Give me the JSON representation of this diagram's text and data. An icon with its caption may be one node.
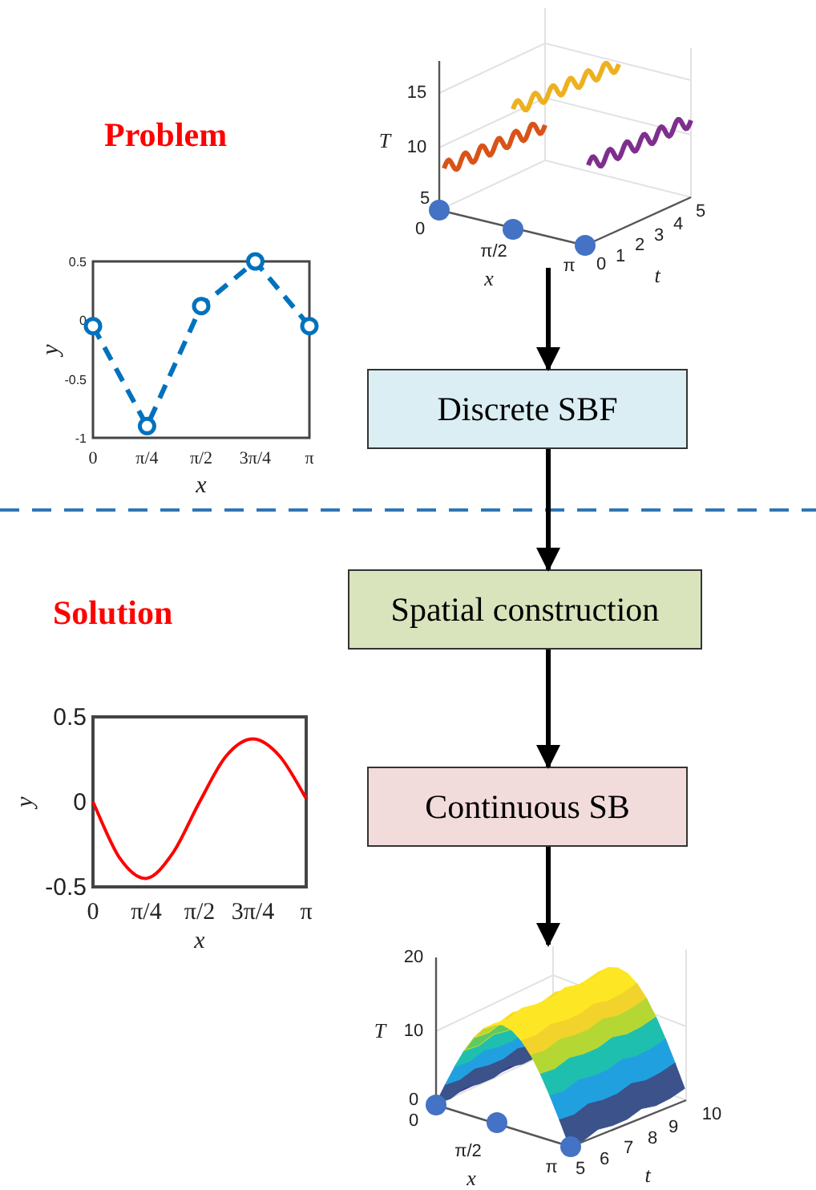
{
  "diagram": {
    "nodes": [
      {
        "text": [],
        "shape": "picture"
      },
      {
        "text": [
          "Discrete SBF"
        ]
      },
      {
        "text": [
          "Spatial construction"
        ]
      },
      {
        "text": [
          "Continuous SB"
        ]
      },
      {
        "text": [],
        "shape": "picture"
      }
    ],
    "edges": [
      {
        "from": 0,
        "to": 1,
        "arrow": "to"
      },
      {
        "from": 1,
        "to": 2,
        "arrow": "to"
      },
      {
        "from": 2,
        "to": 3,
        "arrow": "to"
      },
      {
        "from": 3,
        "to": 4,
        "arrow": "to"
      }
    ],
    "labels": [
      "Problem",
      "Solution",
      "15",
      "10",
      "5",
      "T",
      "0",
      "π/2",
      "π",
      "x",
      "0",
      "1",
      "2",
      "3",
      "4",
      "5",
      "t",
      "20",
      "10",
      "0",
      "T",
      "0",
      "π/2",
      "π",
      "x",
      "5",
      "6",
      "7",
      "8",
      "9",
      "10",
      "t"
    ],
    "chart_data": [
      {
        "type": "line",
        "xlabel": "x",
        "ylabel": "y",
        "x": [
          0,
          0.785,
          1.571,
          2.356,
          3.142
        ],
        "series": [
          {
            "color": "#0072bd",
            "line_style": "dashed",
            "marker": "circle",
            "values": [
              -0.05,
              -0.9,
              0.12,
              0.5,
              -0.05
            ]
          }
        ],
        "xlim": [
          0,
          3.142
        ],
        "ylim": [
          -1,
          0.5
        ],
        "xticks": [
          {
            "value": 0,
            "label": "0"
          },
          {
            "value": 0.785,
            "label": "π/4"
          },
          {
            "value": 1.571,
            "label": "π/2"
          },
          {
            "value": 2.356,
            "label": "3π/4"
          },
          {
            "value": 3.142,
            "label": "π"
          }
        ],
        "yticks": [
          -1,
          -0.5,
          0,
          0.5
        ]
      },
      {
        "type": "line",
        "xlabel": "x",
        "ylabel": "y",
        "x": [
          0,
          0.393,
          0.785,
          1.178,
          1.571,
          1.963,
          2.356,
          2.749,
          3.142
        ],
        "series": [
          {
            "color": "#ff0000",
            "values": [
              0,
              -0.33,
              -0.45,
              -0.3,
              0,
              0.27,
              0.37,
              0.27,
              0.02
            ]
          }
        ],
        "xlim": [
          0,
          3.142
        ],
        "ylim": [
          -0.5,
          0.5
        ],
        "xticks": [
          {
            "value": 0,
            "label": "0"
          },
          {
            "value": 0.785,
            "label": "π/4"
          },
          {
            "value": 1.571,
            "label": "π/2"
          },
          {
            "value": 2.356,
            "label": "3π/4"
          },
          {
            "value": 3.142,
            "label": "π"
          }
        ],
        "yticks": [
          -0.5,
          0,
          0.5
        ]
      }
    ]
  }
}
